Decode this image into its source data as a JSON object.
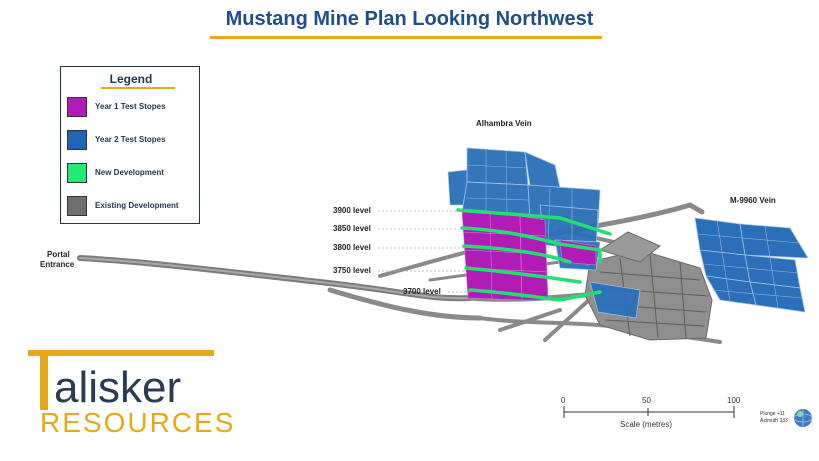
{
  "title": "Mustang Mine Plan Looking Northwest",
  "legend": {
    "title": "Legend",
    "items": [
      {
        "label": "Year 1 Test Stopes",
        "color": "#b318b8"
      },
      {
        "label": "Year 2 Test Stopes",
        "color": "#1f64b5"
      },
      {
        "label": "New Development",
        "color": "#22ea73"
      },
      {
        "label": "Existing Development",
        "color": "#6e6e6e"
      }
    ]
  },
  "labels": {
    "alhambra_vein": "Alhambra Vein",
    "m9960_vein": "M-9960 Vein",
    "portal_line1": "Portal",
    "portal_line2": "Entrance"
  },
  "levels": [
    "3900 level",
    "3850 level",
    "3800 level",
    "3750 level",
    "3700 level"
  ],
  "scale": {
    "tick0": "0",
    "tick1": "50",
    "tick2": "100",
    "caption": "Scale (metres)"
  },
  "compass": {
    "plunge": "Plunge +11",
    "azimuth": "Azimuth 333"
  },
  "logo": {
    "main": "alisker",
    "sub": "RESOURCES"
  }
}
